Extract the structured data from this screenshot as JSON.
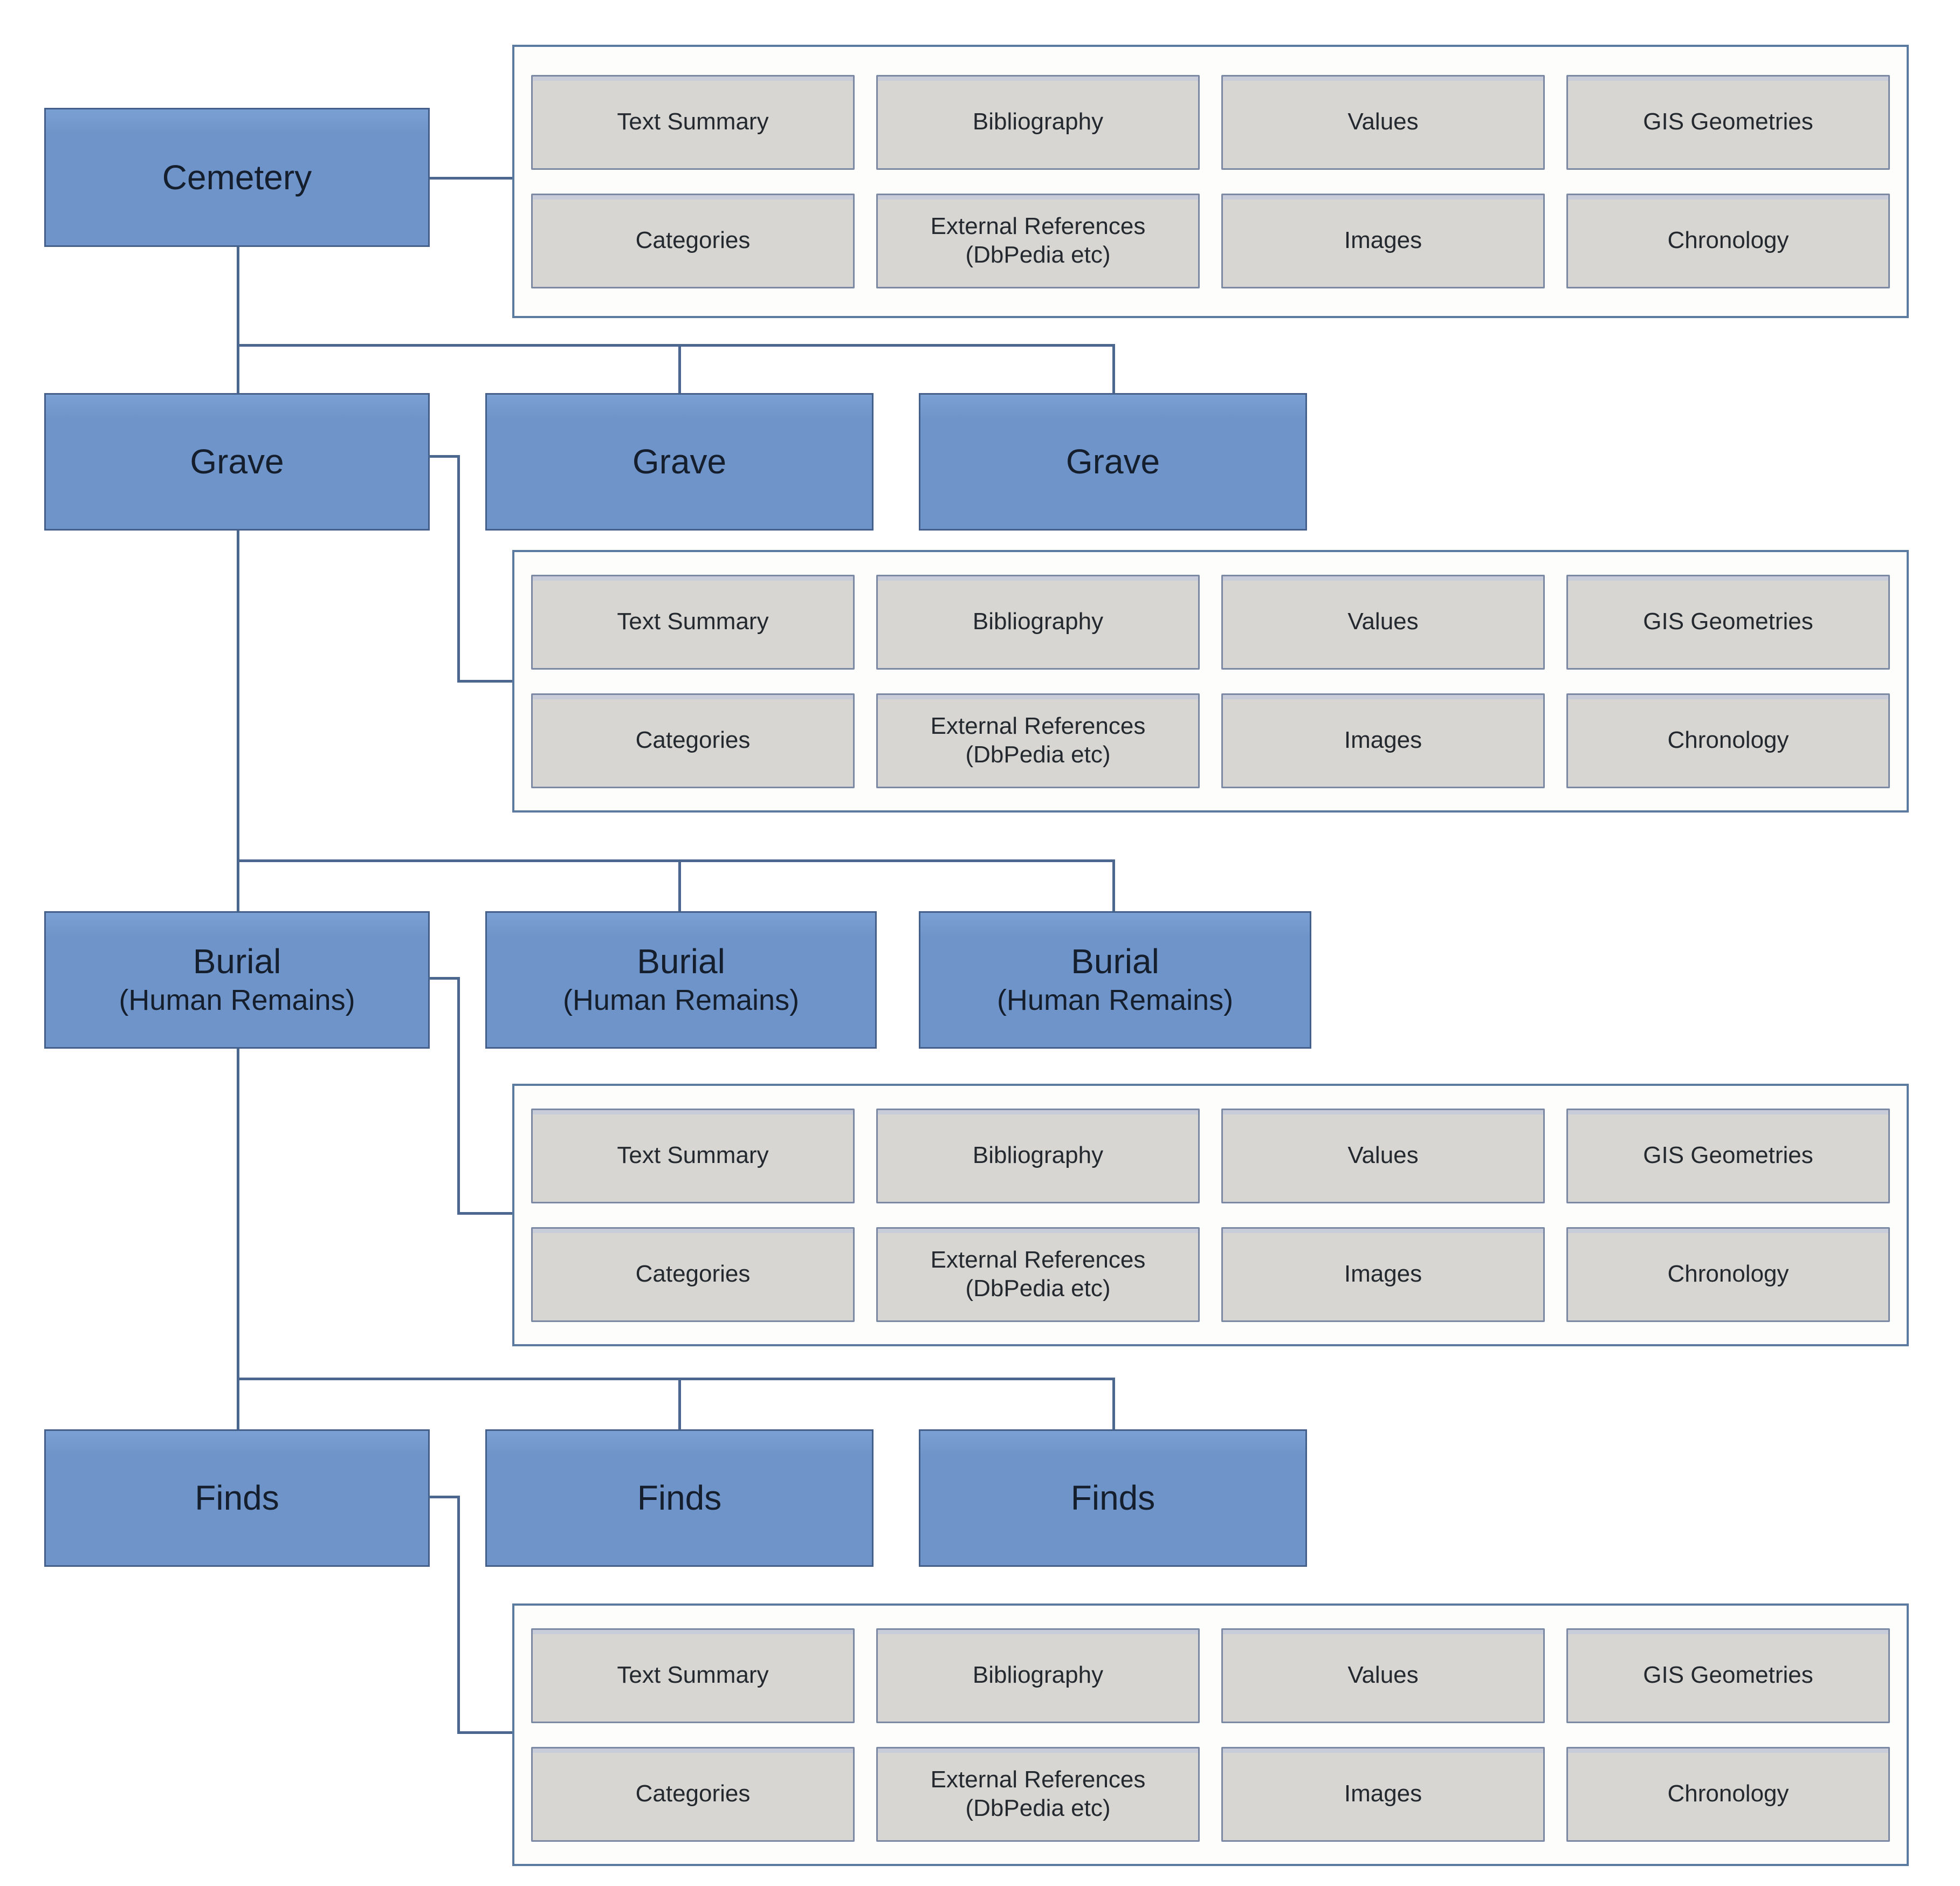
{
  "attributes": [
    "Text Summary",
    "Bibliography",
    "Values",
    "GIS Geometries",
    "Categories",
    "External References (DbPedia etc)",
    "Images",
    "Chronology"
  ],
  "levels": [
    {
      "key": "cemetery",
      "nodes": [
        {
          "label": "Cemetery",
          "sublabel": ""
        }
      ]
    },
    {
      "key": "grave",
      "nodes": [
        {
          "label": "Grave",
          "sublabel": ""
        },
        {
          "label": "Grave",
          "sublabel": ""
        },
        {
          "label": "Grave",
          "sublabel": ""
        }
      ]
    },
    {
      "key": "burial",
      "nodes": [
        {
          "label": "Burial",
          "sublabel": "(Human Remains)"
        },
        {
          "label": "Burial",
          "sublabel": "(Human Remains)"
        },
        {
          "label": "Burial",
          "sublabel": "(Human Remains)"
        }
      ]
    },
    {
      "key": "finds",
      "nodes": [
        {
          "label": "Finds",
          "sublabel": ""
        },
        {
          "label": "Finds",
          "sublabel": ""
        },
        {
          "label": "Finds",
          "sublabel": ""
        }
      ]
    }
  ],
  "colors": {
    "background": "#ffffff",
    "node_fill": "#6f94c9",
    "node_fill_top": "#7ba0d3",
    "node_border": "#44608a",
    "node_text": "#141e2c",
    "attr_fill": "#d7d6d2",
    "attr_fill_top": "#c9cdda",
    "attr_border": "#7b89a4",
    "attr_text": "#24292f",
    "panel_fill": "#fdfdfb",
    "panel_border": "#5b7aa0",
    "connector": "#4b6790"
  }
}
